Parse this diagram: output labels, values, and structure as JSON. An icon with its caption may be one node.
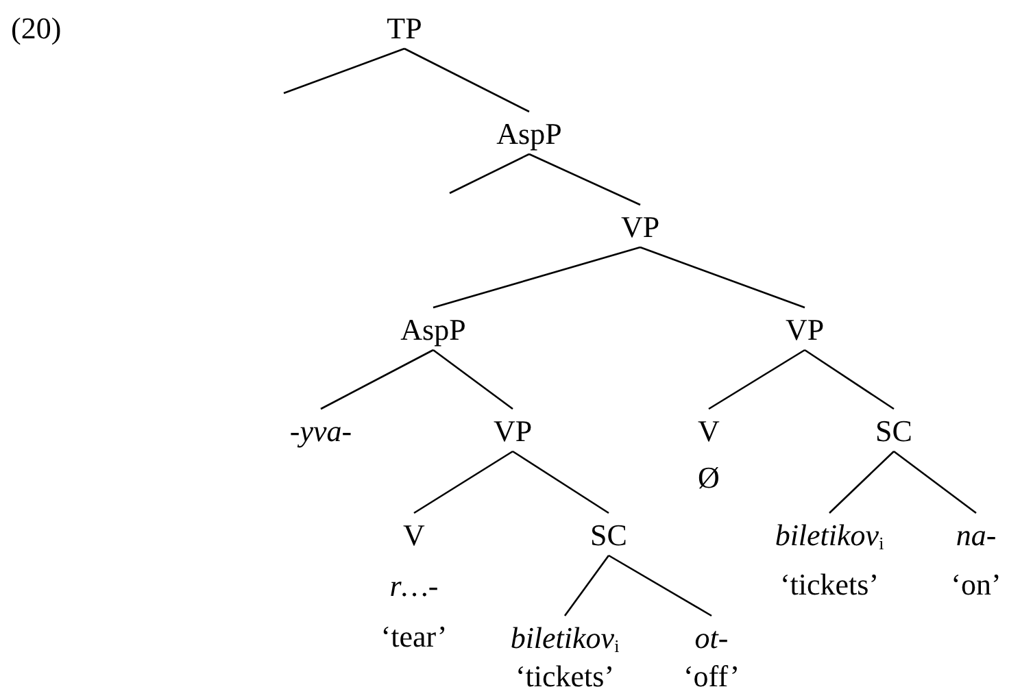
{
  "diagram": {
    "nodes": [
      {
        "text": [
          "TP"
        ]
      },
      {
        "text": [
          "AspP"
        ]
      },
      {
        "text": [
          "VP"
        ]
      },
      {
        "text": [
          "AspP"
        ]
      },
      {
        "text": [
          "VP"
        ]
      },
      {
        "text": [
          "-yva-"
        ]
      },
      {
        "text": [
          "VP"
        ]
      },
      {
        "text": [
          "V",
          "Ø"
        ]
      },
      {
        "text": [
          "SC"
        ]
      },
      {
        "text": [
          "V",
          "r…-",
          "‘tear’"
        ]
      },
      {
        "text": [
          "SC"
        ]
      },
      {
        "text": [
          "*biletikov*$_{i}$",
          "‘tickets’"
        ]
      },
      {
        "text": [
          "na-",
          "‘on’"
        ]
      },
      {
        "text": [
          "*biletikov*$_{i}$",
          "‘tickets’"
        ]
      },
      {
        "text": [
          "ot-",
          "‘off’"
        ]
      }
    ],
    "edges": [
      {
        "from": 0,
        "to": null,
        "arrow": "none"
      },
      {
        "from": 0,
        "to": 1,
        "arrow": "none"
      },
      {
        "from": 1,
        "to": null,
        "arrow": "none"
      },
      {
        "from": 1,
        "to": 2,
        "arrow": "none"
      },
      {
        "from": 2,
        "to": 3,
        "arrow": "none"
      },
      {
        "from": 2,
        "to": 4,
        "arrow": "none"
      },
      {
        "from": 3,
        "to": 5,
        "arrow": "none"
      },
      {
        "from": 3,
        "to": 6,
        "arrow": "none"
      },
      {
        "from": 4,
        "to": 7,
        "arrow": "none"
      },
      {
        "from": 4,
        "to": 8,
        "arrow": "none"
      },
      {
        "from": 6,
        "to": 9,
        "arrow": "none"
      },
      {
        "from": 6,
        "to": 10,
        "arrow": "none"
      },
      {
        "from": 8,
        "to": 11,
        "arrow": "none"
      },
      {
        "from": 8,
        "to": 12,
        "arrow": "none"
      },
      {
        "from": 10,
        "to": 13,
        "arrow": "none"
      },
      {
        "from": 10,
        "to": 14,
        "arrow": "none"
      }
    ],
    "labels": [
      "(20)"
    ]
  }
}
